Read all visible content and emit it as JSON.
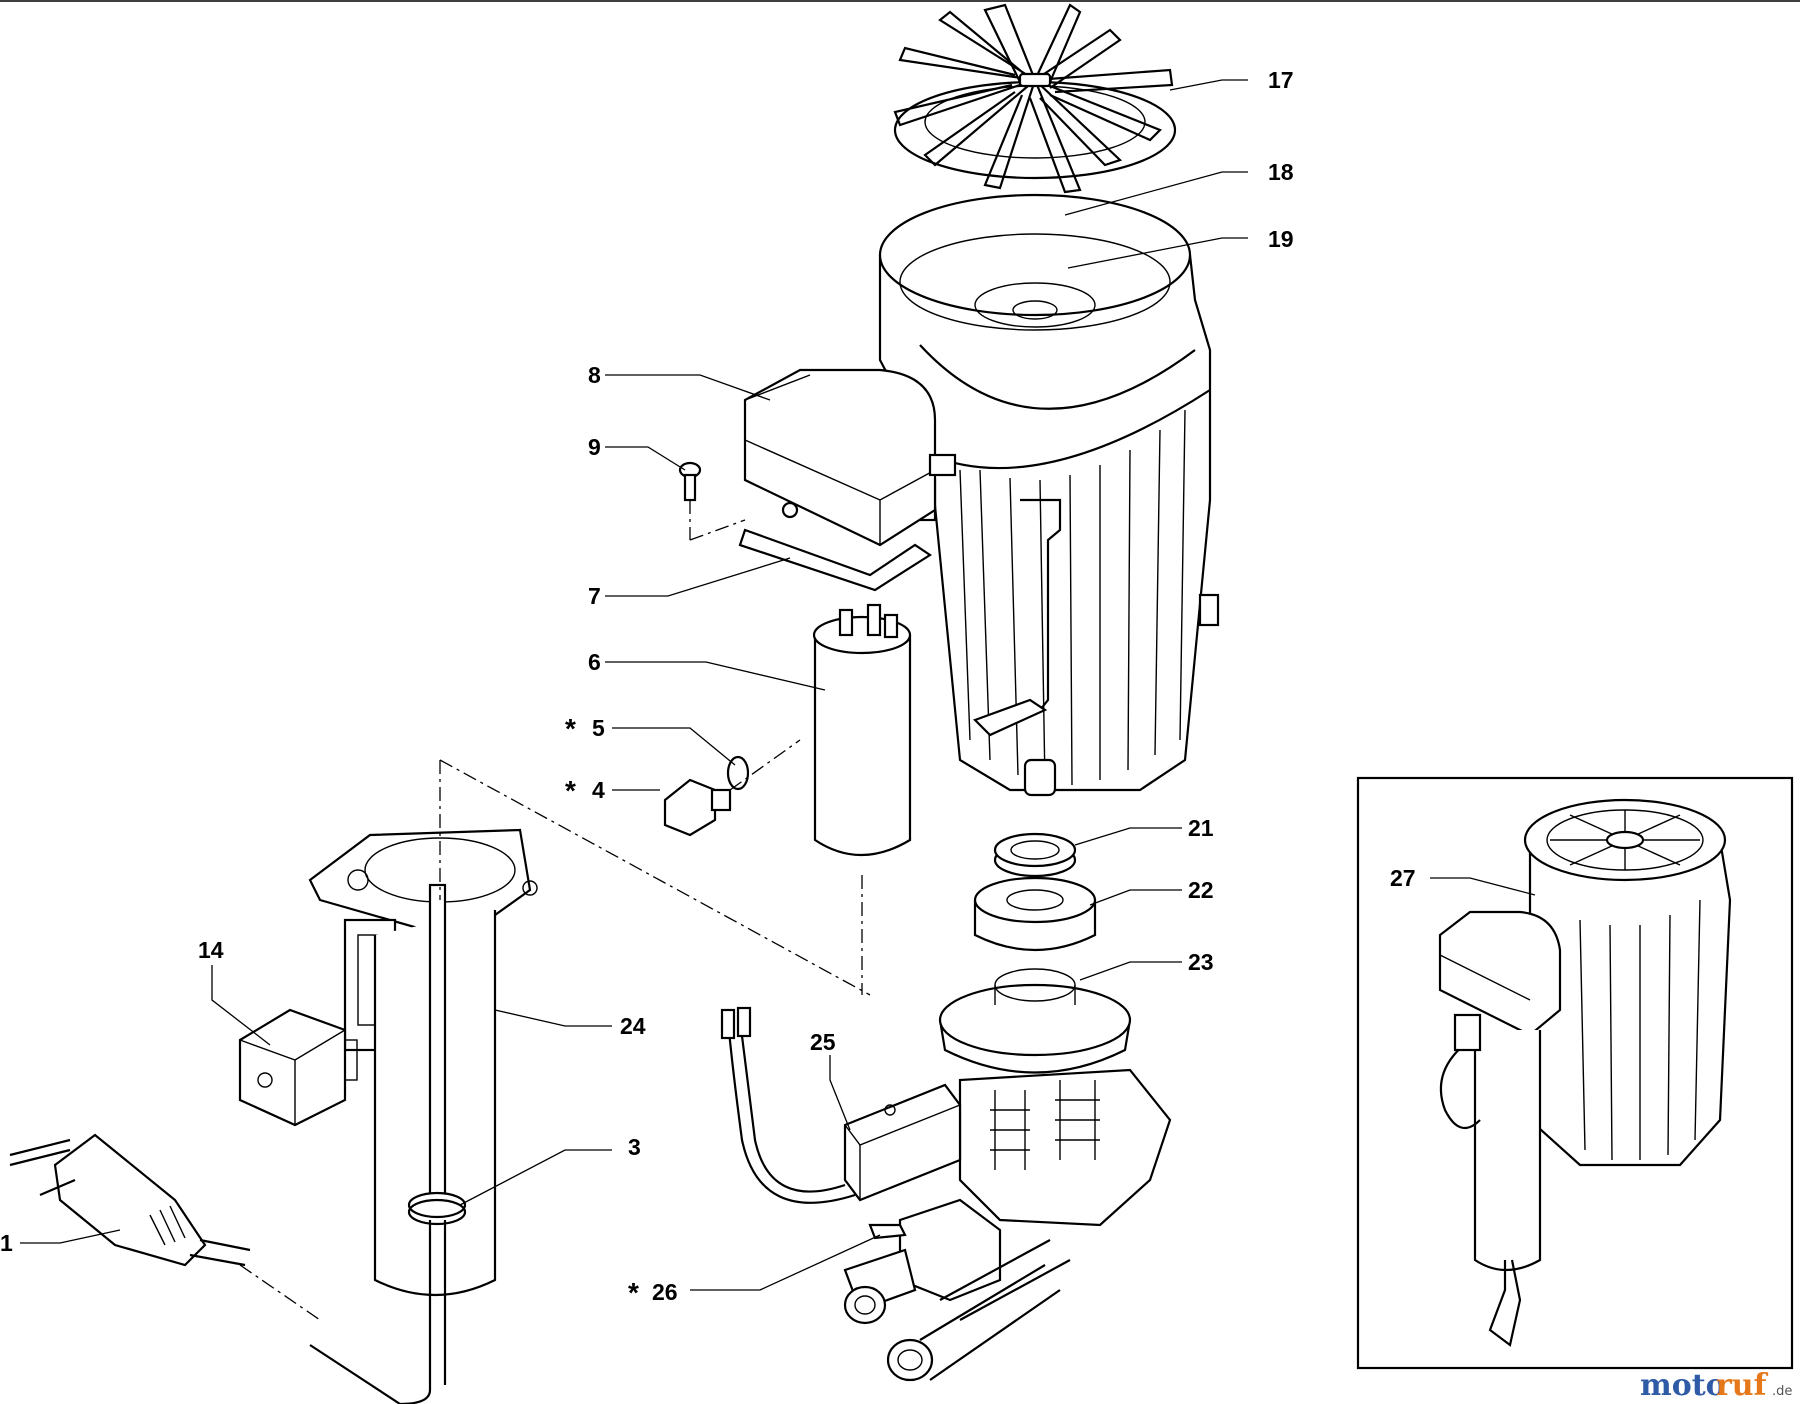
{
  "labels": {
    "p1": "1",
    "p3": "3",
    "p4": "4",
    "p5": "5",
    "p6": "6",
    "p7": "7",
    "p8": "8",
    "p9": "9",
    "p14": "14",
    "p17": "17",
    "p18": "18",
    "p19": "19",
    "p21": "21",
    "p22": "22",
    "p23": "23",
    "p24": "24",
    "p25": "25",
    "p26": "26",
    "p27": "27"
  },
  "marks": {
    "asterisk": "*"
  },
  "watermark": {
    "brand_a": "moto",
    "brand_b": "ruf",
    "suffix": ".de"
  },
  "colors": {
    "watermark_blue": "#2f5aa6",
    "watermark_orange": "#e7781a",
    "line": "#000000"
  }
}
